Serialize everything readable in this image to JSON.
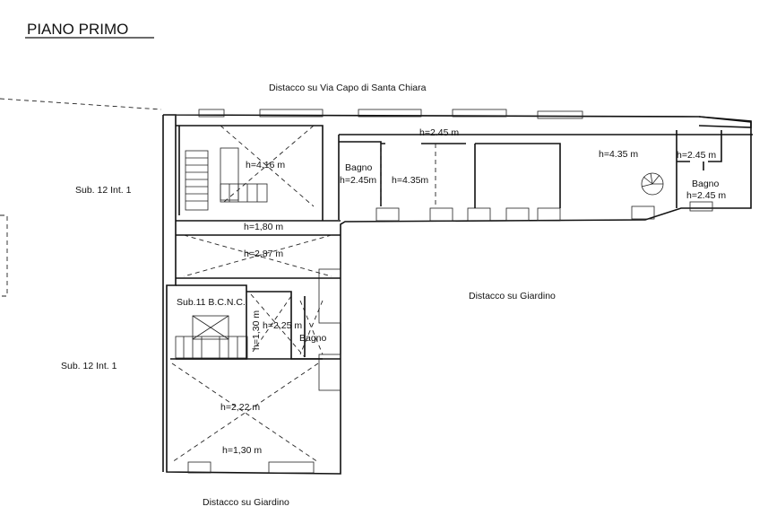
{
  "title": "PIANO PRIMO",
  "labels": {
    "street": "Distacco su Via Capo di Santa Chiara",
    "garden_right": "Distacco su Giardino",
    "garden_bottom": "Distacco su Giardino",
    "sub12_upper": "Sub. 12 Int. 1",
    "sub12_lower": "Sub. 12 Int. 1",
    "sub11": "Sub.11 B.C.N.C."
  },
  "rooms": {
    "stair_room": "h=4.16 m",
    "bagno1_name": "Bagno",
    "bagno1_h": "h=2.45m",
    "room_a": "h=4.35m",
    "corridor": "h=2.45 m",
    "room_b": "h=4.35 m",
    "small_room": "h=2.45 m",
    "bagno2_name": "Bagno",
    "bagno2_h": "h=2.45 m",
    "passage": "h=1,80 m",
    "hall": "h=2,87 m",
    "vertical_h": "h=1,30 m",
    "room_c": "h=2,25 m",
    "bagno3_name": "Bagno",
    "big_room": "h=2,22 m",
    "big_room_low": "h=1,30 m"
  }
}
